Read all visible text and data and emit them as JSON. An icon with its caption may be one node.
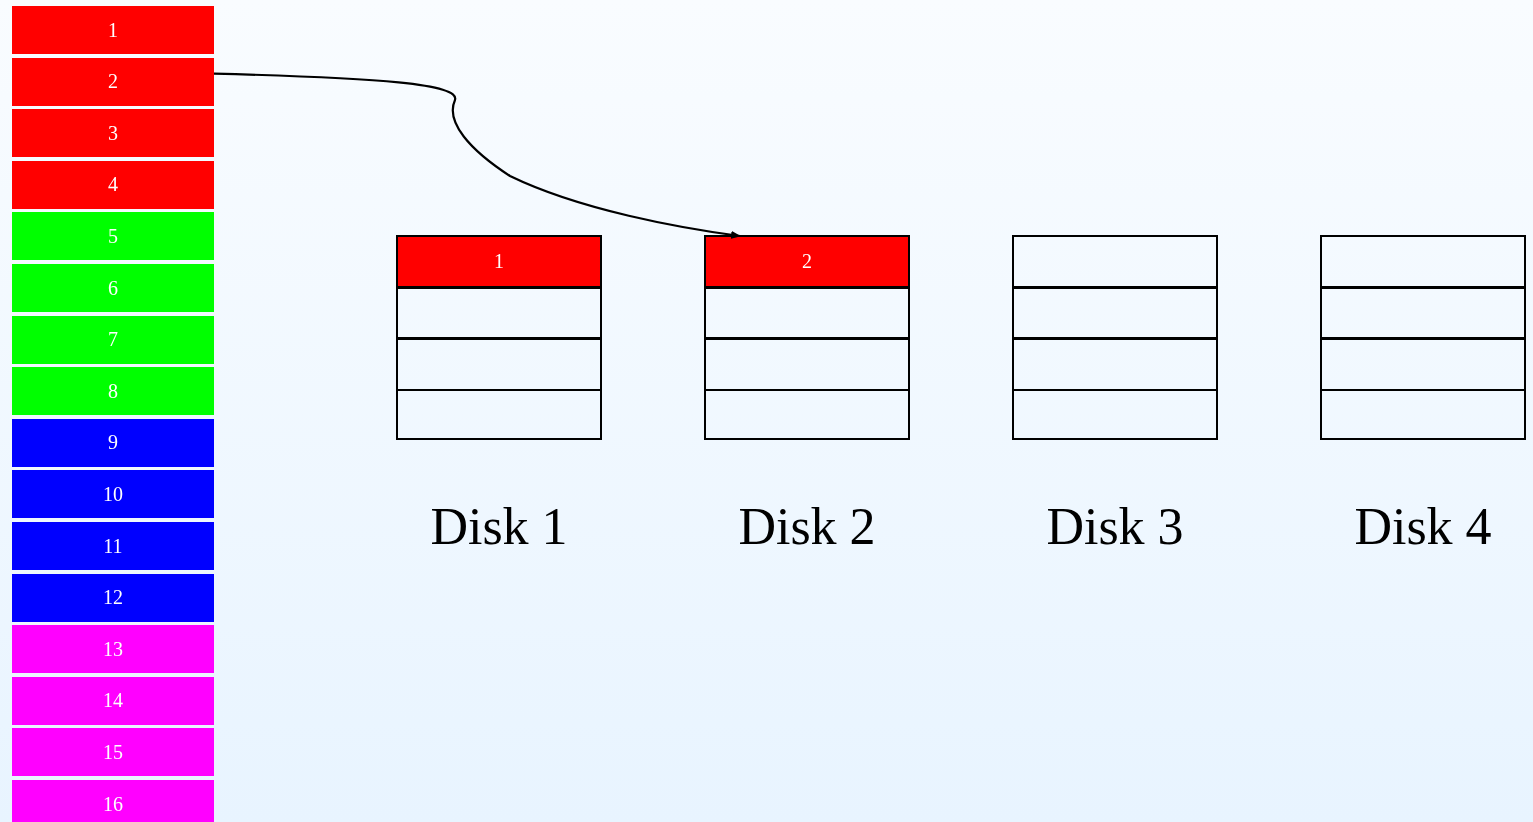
{
  "diagram": {
    "nodes": [
      {
        "text": [
          "1"
        ]
      },
      {
        "text": [
          "2"
        ]
      },
      {
        "text": [
          "3"
        ]
      },
      {
        "text": [
          "4"
        ]
      },
      {
        "text": [
          "5"
        ]
      },
      {
        "text": [
          "6"
        ]
      },
      {
        "text": [
          "7"
        ]
      },
      {
        "text": [
          "8"
        ]
      },
      {
        "text": [
          "9"
        ]
      },
      {
        "text": [
          "10"
        ]
      },
      {
        "text": [
          "11"
        ]
      },
      {
        "text": [
          "12"
        ]
      },
      {
        "text": [
          "13"
        ]
      },
      {
        "text": [
          "14"
        ]
      },
      {
        "text": [
          "15"
        ]
      },
      {
        "text": [
          "16"
        ]
      },
      {
        "text": [
          "Disk 1"
        ]
      },
      {
        "text": [
          "1"
        ],
        "in": 16
      },
      {
        "text": [],
        "shape": "box",
        "in": 16
      },
      {
        "text": [],
        "shape": "box",
        "in": 16
      },
      {
        "text": [],
        "shape": "box",
        "in": 16
      },
      {
        "text": [
          "Disk 2"
        ]
      },
      {
        "text": [
          "2"
        ],
        "in": 21
      },
      {
        "text": [],
        "shape": "box",
        "in": 21
      },
      {
        "text": [],
        "shape": "box",
        "in": 21
      },
      {
        "text": [],
        "shape": "box",
        "in": 21
      },
      {
        "text": [
          "Disk 3"
        ]
      },
      {
        "text": [],
        "shape": "box",
        "in": 26
      },
      {
        "text": [],
        "shape": "box",
        "in": 26
      },
      {
        "text": [],
        "shape": "box",
        "in": 26
      },
      {
        "text": [],
        "shape": "box",
        "in": 26
      },
      {
        "text": [
          "Disk 4"
        ]
      },
      {
        "text": [],
        "shape": "box",
        "in": 31
      },
      {
        "text": [],
        "shape": "box",
        "in": 31
      },
      {
        "text": [],
        "shape": "box",
        "in": 31
      },
      {
        "text": [],
        "shape": "box",
        "in": 31
      }
    ],
    "edges": [
      {
        "from": 1,
        "to": 22,
        "arrow": "to"
      }
    ]
  }
}
